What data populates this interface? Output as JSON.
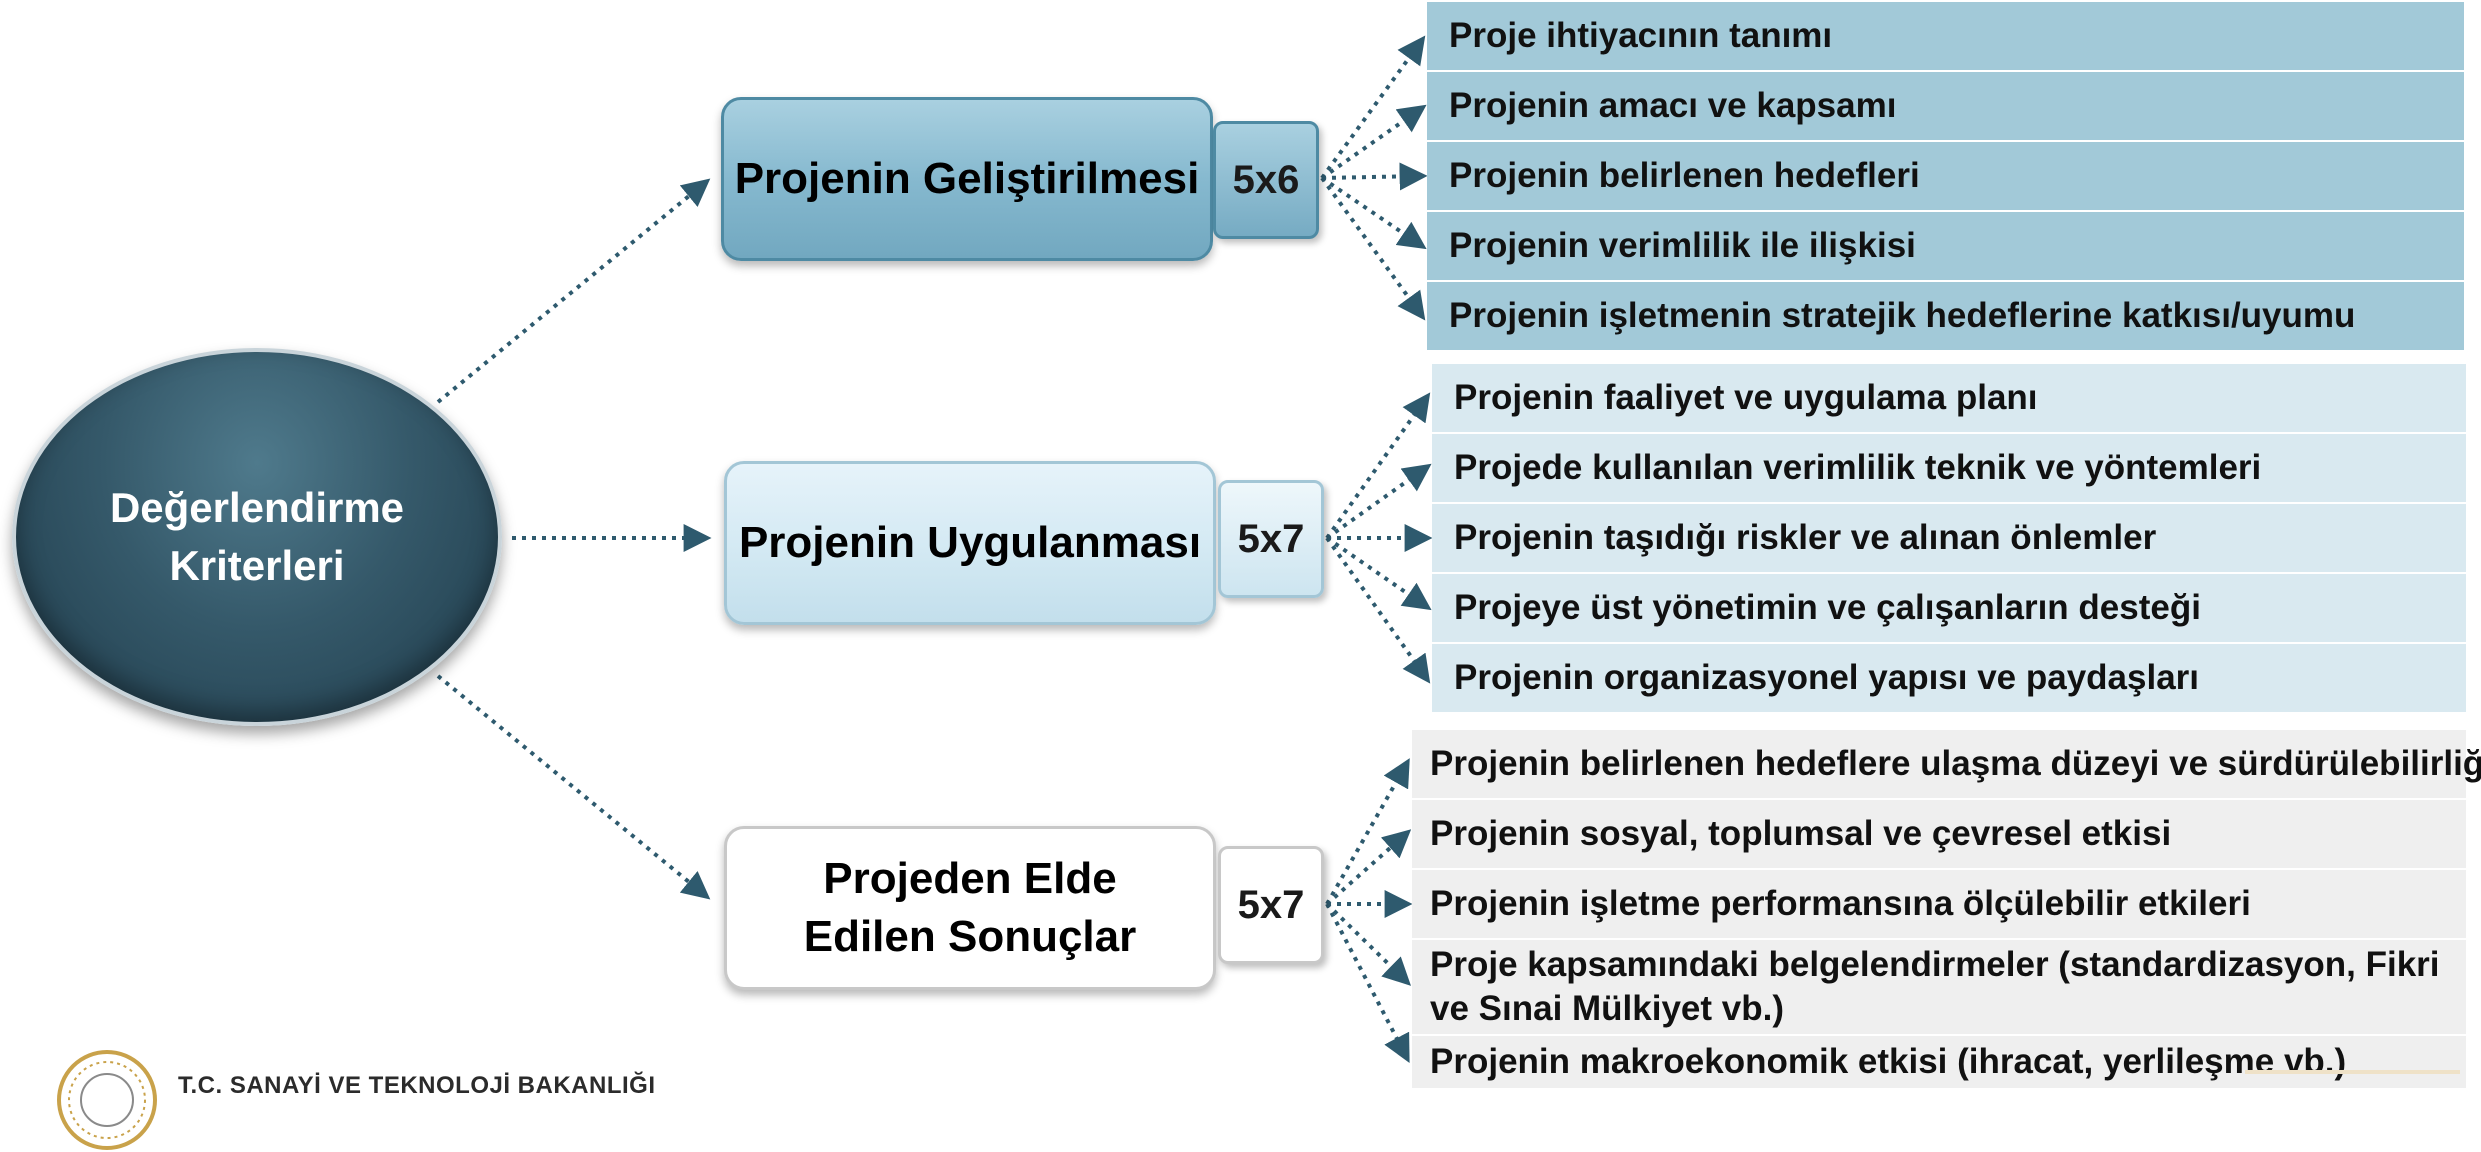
{
  "diagram": {
    "root": {
      "label": "Değerlendirme Kriterleri"
    },
    "categories": [
      {
        "label": "Projenin Geliştirilmesi",
        "count": "5x6",
        "criteria": [
          "Proje ihtiyacının tanımı",
          "Projenin amacı ve kapsamı",
          "Projenin belirlenen hedefleri",
          "Projenin verimlilik ile ilişkisi",
          "Projenin işletmenin stratejik hedeflerine katkısı/uyumu"
        ]
      },
      {
        "label": "Projenin Uygulanması",
        "count": "5x7",
        "criteria": [
          "Projenin faaliyet ve uygulama planı",
          "Projede kullanılan verimlilik teknik ve yöntemleri",
          "Projenin taşıdığı riskler ve alınan önlemler",
          "Projeye üst yönetimin ve çalışanların desteği",
          "Projenin organizasyonel yapısı ve paydaşları"
        ]
      },
      {
        "label": "Projeden Elde Edilen Sonuçlar",
        "count": "5x7",
        "criteria": [
          "Projenin belirlenen hedeflere ulaşma düzeyi ve sürdürülebilirliği",
          "Projenin sosyal, toplumsal ve çevresel etkisi",
          "Projenin işletme performansına ölçülebilir etkileri",
          "Proje kapsamındaki belgelendirmeler (standardizasyon, Fikri ve Sınai Mülkiyet vb.)",
          "Projenin makroekonomik etkisi (ihracat, yerlileşme vb.)"
        ]
      }
    ]
  },
  "footer": {
    "ministry": "T.C. SANAYİ VE TEKNOLOJİ BAKANLIĞI"
  },
  "colors": {
    "root": "#35596a",
    "category_1": "#86b9cf",
    "category_2": "#d3e9f3",
    "category_3": "#ffffff",
    "criteria_1": "#a2c9d8",
    "criteria_2": "#d9e9f0",
    "criteria_3": "#efefef",
    "connector": "#2e5a6e"
  },
  "icons": {
    "logo": "ministry-emblem",
    "arrow": "arrowhead"
  }
}
